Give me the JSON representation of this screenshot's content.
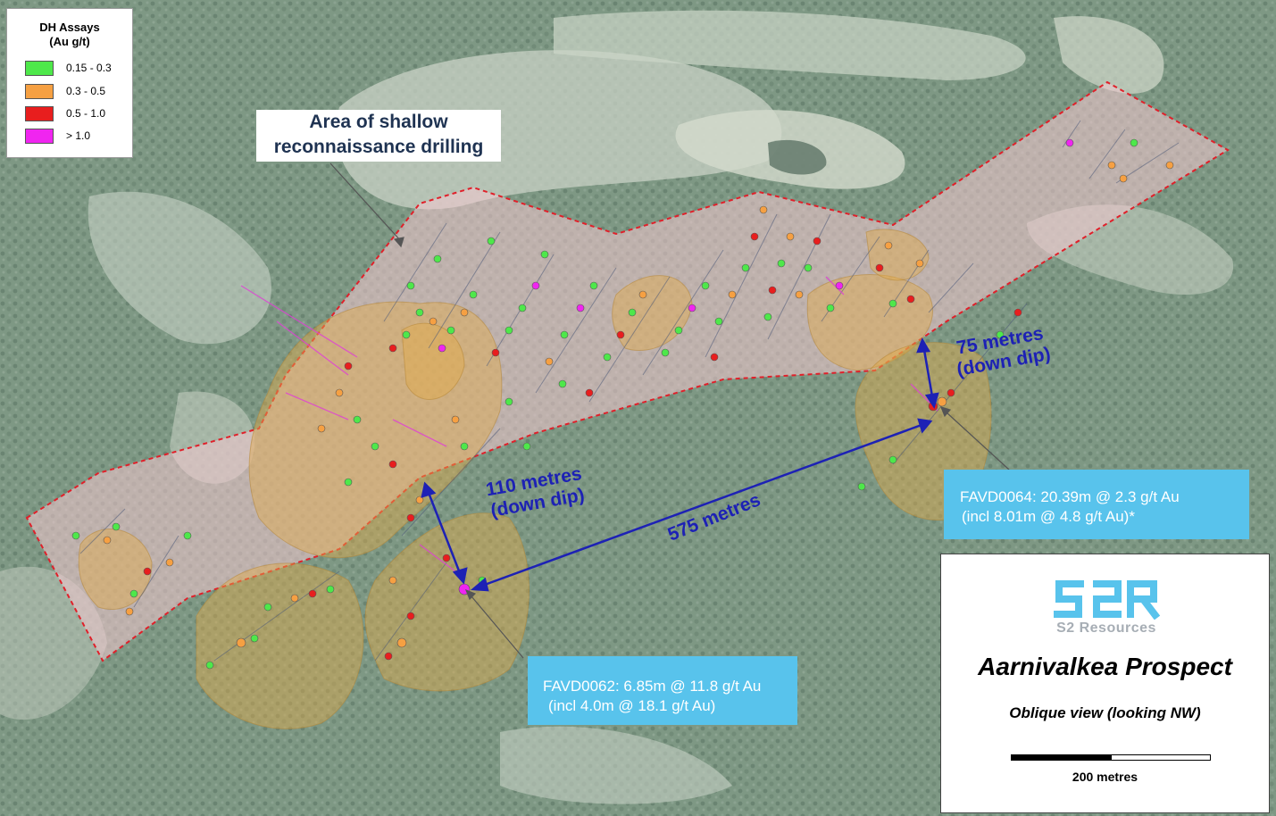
{
  "legend": {
    "title_line1": "DH Assays",
    "title_line2": "(Au g/t)",
    "items": [
      {
        "label": "0.15 - 0.3",
        "color": "#4ee84a"
      },
      {
        "label": "0.3 - 0.5",
        "color": "#f6a042"
      },
      {
        "label": "0.5 - 1.0",
        "color": "#e81e1e"
      },
      {
        "label": "> 1.0",
        "color": "#f025f0"
      }
    ]
  },
  "callout_area": {
    "line1": "Area of shallow",
    "line2": "reconnaissance drilling"
  },
  "measurements": {
    "m110_line1": "110 metres",
    "m110_line2": "(down dip)",
    "m575": "575 metres",
    "m75_line1": "75 metres",
    "m75_line2": "(down dip)"
  },
  "info_boxes": {
    "favd0064_line1": "FAVD0064: 20.39m @ 2.3 g/t Au",
    "favd0064_line2": "(incl 8.01m @ 4.8 g/t Au)*",
    "favd0062_line1": "FAVD0062: 6.85m @ 11.8 g/t Au",
    "favd0062_line2": "(incl 4.0m @ 18.1 g/t Au)"
  },
  "title_panel": {
    "logo_text": "S2 Resources",
    "title": "Aarnivalkea Prospect",
    "subtitle": "Oblique view (looking NW)",
    "scale_label": "200 metres"
  },
  "colors": {
    "zone_outline": "#e0202a",
    "zone_fill": "#f4c8cf",
    "arrow": "#1d21b5",
    "info_box": "#58c3ec",
    "ore_body": "#e3aa4a",
    "logo": "#58c3ec"
  }
}
